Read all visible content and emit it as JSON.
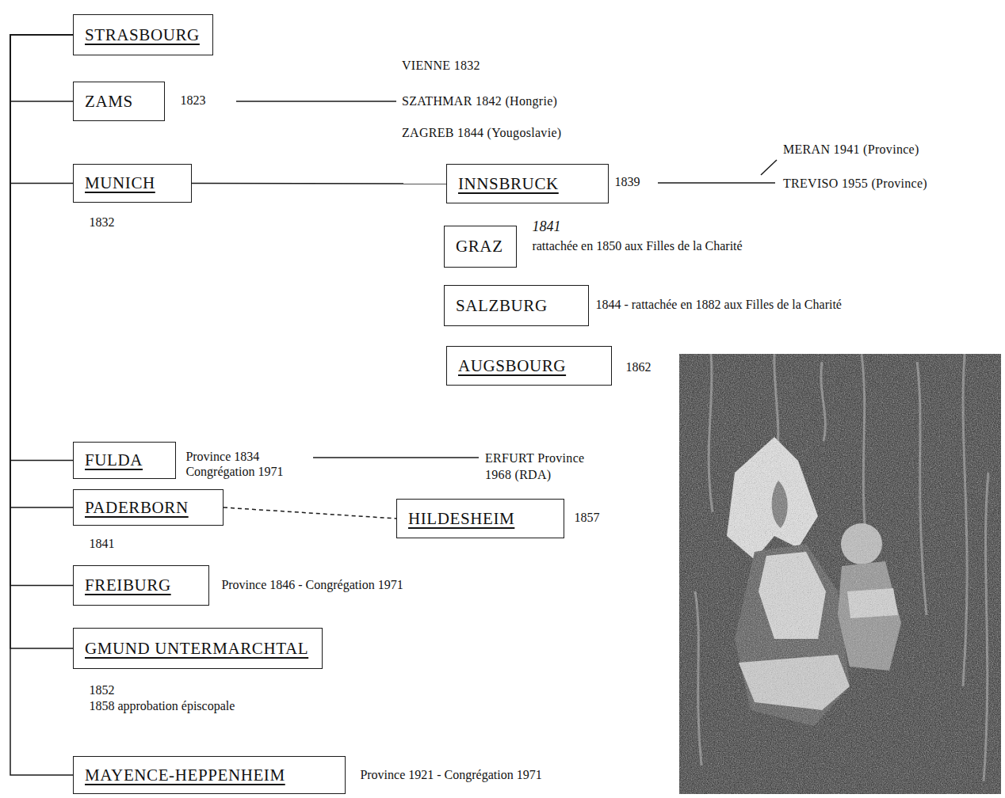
{
  "diagram": {
    "nodes": [
      {
        "text": [
          "STRASBOURG"
        ]
      },
      {
        "text": [
          "ZAMS",
          "1823"
        ]
      },
      {
        "text": [
          "MUNICH",
          "1832"
        ]
      },
      {
        "text": [
          "INNSBRUCK",
          "1839"
        ]
      },
      {
        "text": [
          "GRAZ",
          "1841",
          "rattachée en 1850 aux Filles de la Charité"
        ]
      },
      {
        "text": [
          "SALZBURG",
          "1844 - rattachée en 1882 aux Filles de la Charité"
        ]
      },
      {
        "text": [
          "AUGSBOURG",
          "1862"
        ]
      },
      {
        "text": [
          "FULDA",
          "Province 1834 Congrégation 1971"
        ]
      },
      {
        "text": [
          "PADERBORN",
          "1841"
        ]
      },
      {
        "text": [
          "HILDESHEIM",
          "1857"
        ]
      },
      {
        "text": [
          "FREIBURG",
          "Province 1846 - Congrégation 1971"
        ]
      },
      {
        "text": [
          "GMUND UNTERMARCHTAL",
          "1852",
          "1858 approbation épiscopale"
        ]
      },
      {
        "text": [
          "MAYENCE-HEPPENHEIM",
          "Province 1921 - Congrégation 1971"
        ]
      }
    ],
    "edges": [
      {
        "from": 0,
        "to": 1,
        "arrow": "none"
      },
      {
        "from": 0,
        "to": 2,
        "arrow": "none"
      },
      {
        "from": 0,
        "to": 7,
        "arrow": "none"
      },
      {
        "from": 0,
        "to": 8,
        "arrow": "none"
      },
      {
        "from": 0,
        "to": 10,
        "arrow": "none"
      },
      {
        "from": 0,
        "to": 11,
        "arrow": "none"
      },
      {
        "from": 0,
        "to": 12,
        "arrow": "none"
      },
      {
        "from": 2,
        "to": 3,
        "arrow": "none"
      },
      {
        "from": 8,
        "to": 9,
        "arrow": "none"
      }
    ],
    "labels": [
      "VIENNE 1832",
      "SZATHMAR 1842 (Hongrie)",
      "ZAGREB 1844 (Yougoslavie)",
      "MERAN 1941 (Province)",
      "TREVISO 1955 (Province)",
      "ERFURT Province 1968 (RDA)"
    ]
  }
}
